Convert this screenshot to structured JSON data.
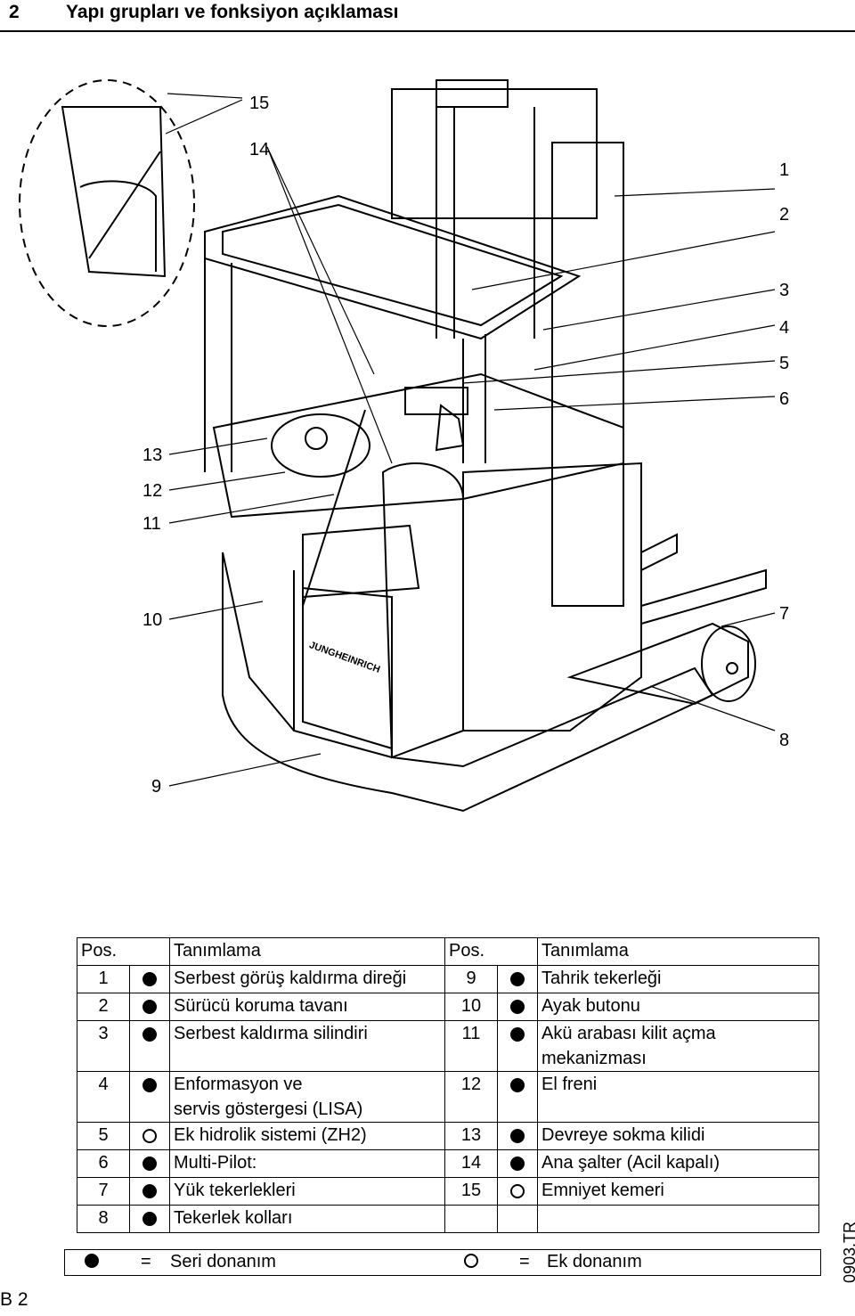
{
  "header": {
    "chapter": "2",
    "title": "Yapı grupları ve fonksiyon açıklaması"
  },
  "figure": {
    "brand": "JUNGHEINRICH",
    "callouts": [
      "1",
      "2",
      "3",
      "4",
      "5",
      "6",
      "7",
      "8",
      "9",
      "10",
      "11",
      "12",
      "13",
      "14",
      "15"
    ]
  },
  "table": {
    "headers": {
      "pos": "Pos.",
      "desc": "Tanımlama"
    },
    "rows": [
      {
        "l_num": "1",
        "l_desc": "Serbest görüş kaldırma direği",
        "r_num": "9",
        "r_desc": "Tahrik tekerleği"
      },
      {
        "l_num": "2",
        "l_desc": "Sürücü koruma tavanı",
        "r_num": "10",
        "r_desc": "Ayak butonu"
      },
      {
        "l_num": "3",
        "l_desc": "Serbest kaldırma silindiri",
        "r_num": "11",
        "r_desc": "Akü arabası kilit açma",
        "r_desc2": "mekanizması"
      },
      {
        "l_num": "4",
        "l_desc": "Enformasyon ve",
        "l_desc2": "servis göstergesi (LISA)",
        "r_num": "12",
        "r_desc": "El freni"
      },
      {
        "l_num": "5",
        "l_desc": "Ek hidrolik sistemi (ZH2)",
        "r_num": "13",
        "r_desc": "Devreye sokma kilidi"
      },
      {
        "l_num": "6",
        "l_desc": "Multi-Pilot:",
        "r_num": "14",
        "r_desc": "Ana şalter (Acil kapalı)"
      },
      {
        "l_num": "7",
        "l_desc": "Yük tekerlekleri",
        "r_num": "15",
        "r_desc": "Emniyet kemeri"
      },
      {
        "l_num": "8",
        "l_desc": "Tekerlek kolları"
      }
    ]
  },
  "legend": {
    "eq": "=",
    "standard": "Seri donanım",
    "optional": "Ek donanım"
  },
  "footer": {
    "doc_code": "0903.TR",
    "page": "B 2"
  }
}
